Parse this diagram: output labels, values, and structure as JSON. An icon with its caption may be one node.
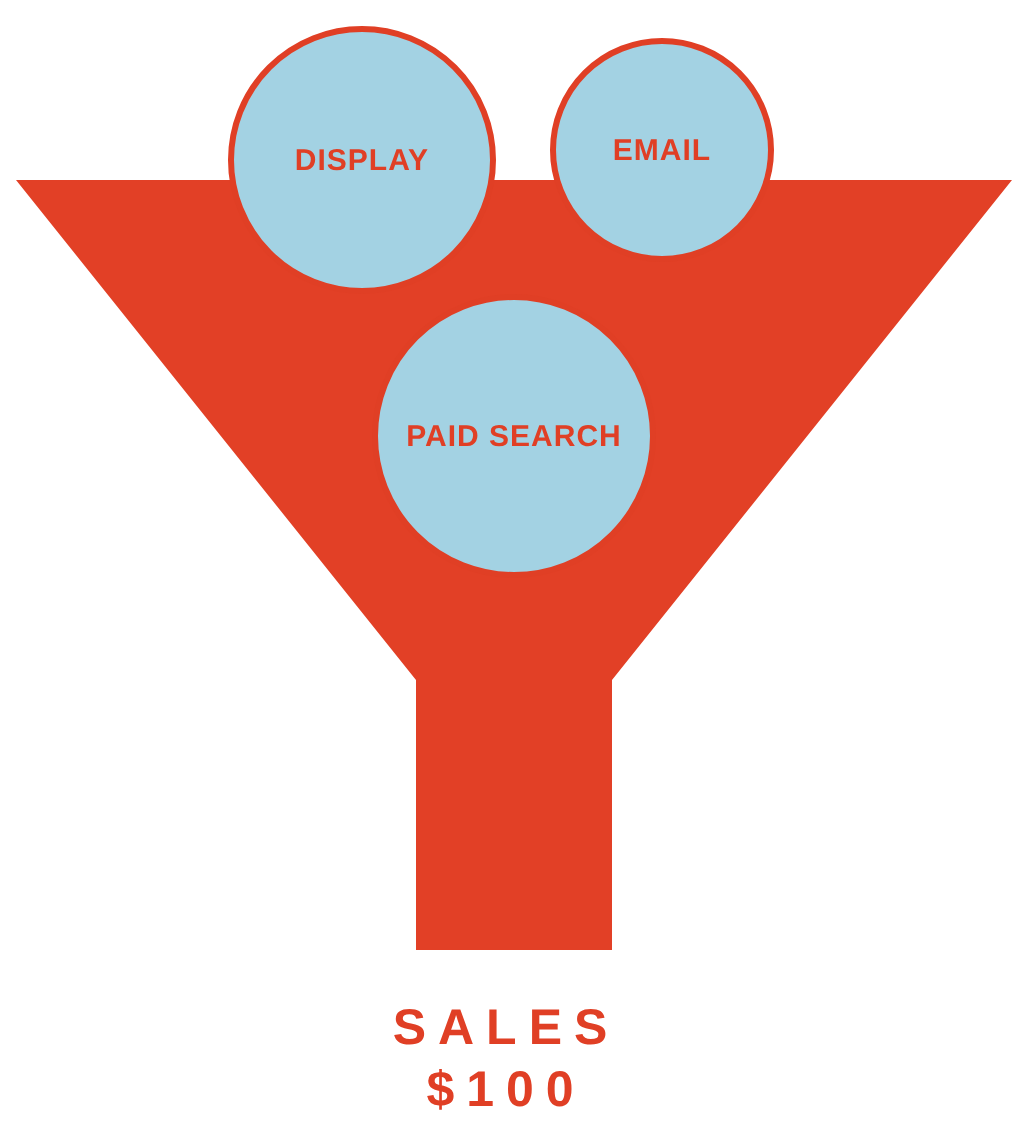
{
  "diagram": {
    "nodes": [
      {
        "text": [
          "DISPLAY"
        ]
      },
      {
        "text": [
          "EMAIL"
        ]
      },
      {
        "text": [
          "PAID SEARCH"
        ]
      }
    ],
    "labels": [
      "SALES",
      "$100"
    ]
  }
}
